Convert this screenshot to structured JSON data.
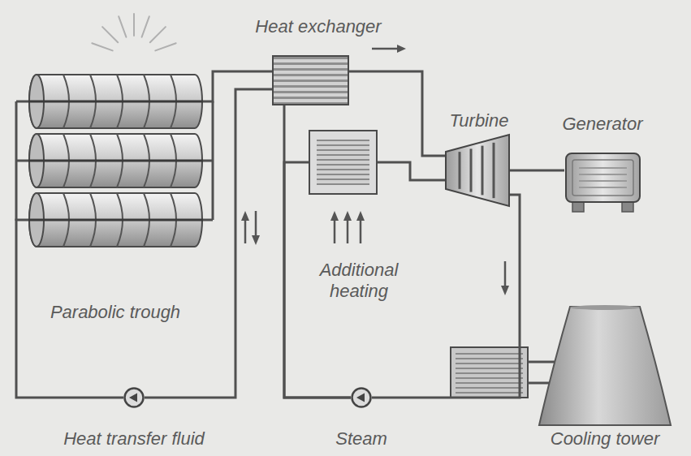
{
  "diagram": {
    "nodes": [
      {
        "text": [
          "Heat exchanger"
        ]
      },
      {
        "text": [
          "Turbine"
        ]
      },
      {
        "text": [
          "Generator"
        ]
      },
      {
        "text": [
          "Additional heating"
        ]
      },
      {
        "text": [
          "Parabolic trough"
        ]
      },
      {
        "text": [
          "Heat transfer fluid"
        ]
      },
      {
        "text": [
          "Steam"
        ]
      },
      {
        "text": [
          "Cooling tower"
        ]
      }
    ],
    "edges": [
      {
        "from": 4,
        "to": 0,
        "arrow": "none"
      },
      {
        "from": 0,
        "to": 5,
        "arrow": "none"
      },
      {
        "from": 5,
        "to": 4,
        "arrow": "none"
      },
      {
        "from": 0,
        "to": 1,
        "arrow": "none"
      },
      {
        "from": 6,
        "to": 0,
        "arrow": "none"
      },
      {
        "from": 6,
        "to": 3,
        "arrow": "none"
      },
      {
        "from": 3,
        "to": 1,
        "arrow": "none"
      },
      {
        "from": 1,
        "to": 2,
        "arrow": "none"
      },
      {
        "from": 1,
        "to": 6,
        "arrow": "none"
      }
    ]
  }
}
